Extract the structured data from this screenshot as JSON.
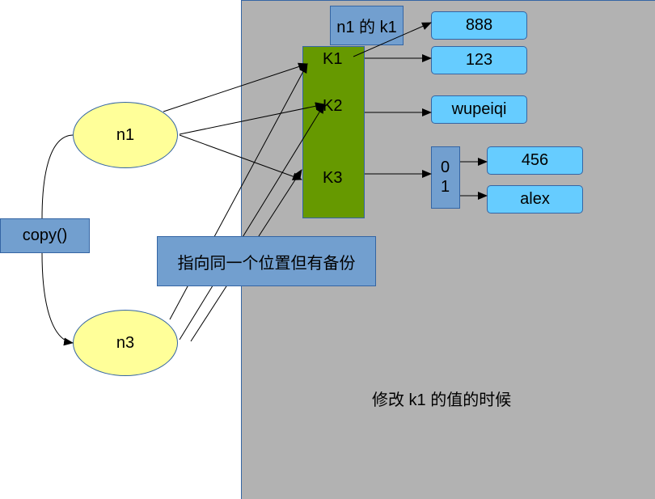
{
  "nodes": {
    "n1": "n1",
    "n3": "n3",
    "copy": "copy()",
    "n1_k1": "n1 的 k1",
    "note": "指向同一个位置但有备份"
  },
  "dict_keys": [
    "K1",
    "K2",
    "K3"
  ],
  "values": {
    "v888": "888",
    "v123": "123",
    "wupeiqi": "wupeiqi",
    "v456": "456",
    "alex": "alex"
  },
  "list_indexes": [
    "0",
    "1"
  ],
  "caption": "修改 k1 的值的时候",
  "colors": {
    "ellipse_fill": "#ffff99",
    "dict_fill": "#669900",
    "value_fill": "#66ccff",
    "box_fill": "#729fcf",
    "panel_fill": "#b2b2b2",
    "border": "#3465a4"
  }
}
